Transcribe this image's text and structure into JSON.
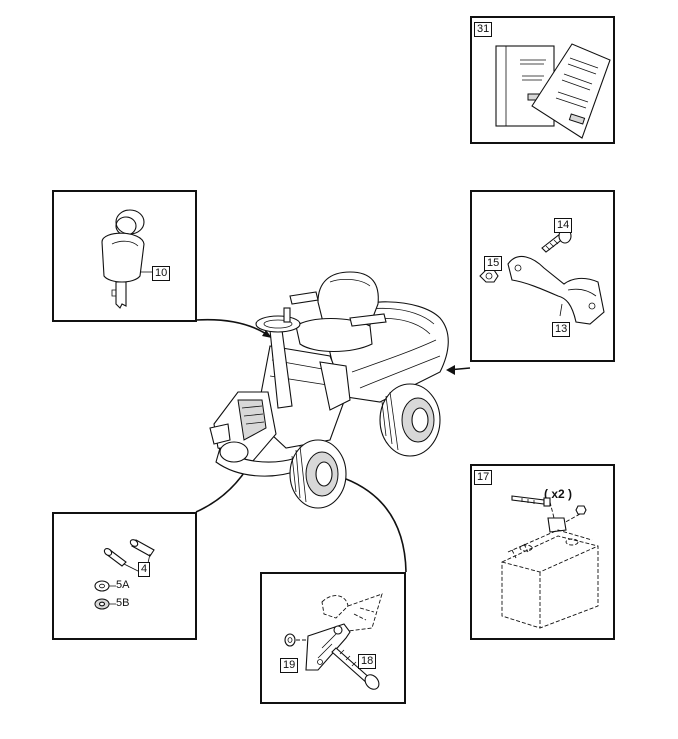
{
  "panels": {
    "manuals": {
      "label": "31"
    },
    "key": {
      "label": "10"
    },
    "bracket": {
      "label_bolt": "14",
      "label_nut": "15",
      "label_bracket": "13"
    },
    "battery": {
      "label": "17",
      "quantity": "( x2 )"
    },
    "pins": {
      "label_pin": "4",
      "label_washer_a": "5A",
      "label_washer_b": "5B"
    },
    "hitch": {
      "label_washer": "19",
      "label_bolt": "18"
    }
  }
}
